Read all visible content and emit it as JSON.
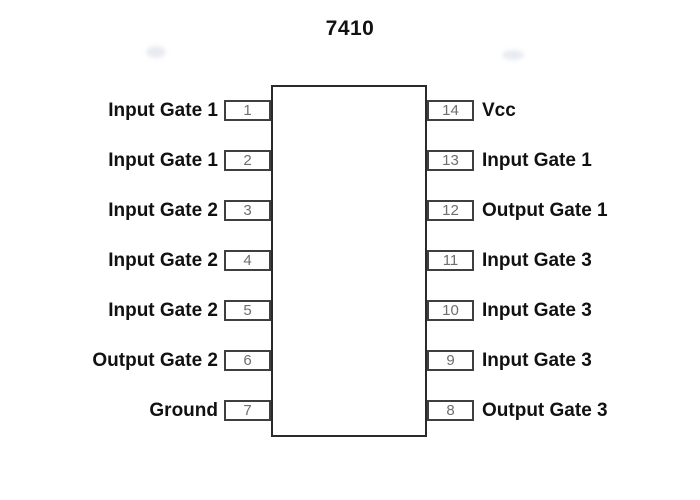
{
  "title": "7410",
  "colors": {
    "bg": "#ffffff",
    "ink": "#111111",
    "pin-num": "#6e6e6e",
    "box-border": "#3f3f3f",
    "body-border": "#2a2a2a"
  },
  "chip": {
    "left_pins": [
      {
        "number": "1",
        "label": "Input Gate 1"
      },
      {
        "number": "2",
        "label": "Input Gate 1"
      },
      {
        "number": "3",
        "label": "Input Gate 2"
      },
      {
        "number": "4",
        "label": "Input Gate 2"
      },
      {
        "number": "5",
        "label": "Input Gate 2"
      },
      {
        "number": "6",
        "label": "Output Gate 2"
      },
      {
        "number": "7",
        "label": "Ground"
      }
    ],
    "right_pins": [
      {
        "number": "14",
        "label": "Vcc"
      },
      {
        "number": "13",
        "label": "Input Gate 1"
      },
      {
        "number": "12",
        "label": "Output Gate 1"
      },
      {
        "number": "11",
        "label": "Input Gate 3"
      },
      {
        "number": "10",
        "label": "Input Gate 3"
      },
      {
        "number": "9",
        "label": "Input Gate 3"
      },
      {
        "number": "8",
        "label": "Output Gate 3"
      }
    ]
  }
}
